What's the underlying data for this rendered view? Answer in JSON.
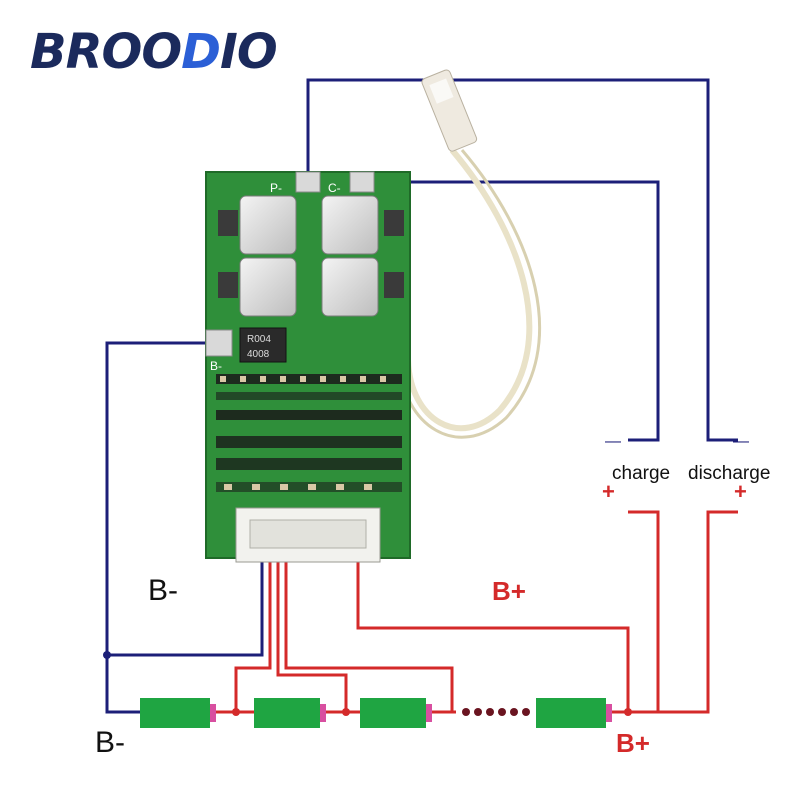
{
  "brand": {
    "part1": "BROO",
    "part2": "D",
    "part3": "IO",
    "dark_color": "#1b2a5c",
    "accent_color": "#2b5fd6"
  },
  "board": {
    "pad_p_label": "P-",
    "pad_c_label": "C-",
    "pad_b_label": "B-",
    "resistor_top": "R004",
    "resistor_bottom": "4008"
  },
  "labels": {
    "b_minus_upper": "B-",
    "b_minus_lower": "B-",
    "b_plus_upper": "B+",
    "b_plus_lower": "B+",
    "charge": "charge",
    "discharge": "discharge",
    "charge_minus": "—",
    "charge_plus": "+",
    "discharge_minus": "—",
    "discharge_plus": "+"
  },
  "colors": {
    "negative_wire": "#1c1f78",
    "positive_wire": "#d42a2a",
    "pcb_green": "#2f8f3a",
    "cell_green": "#1fa542",
    "cell_terminal": "#d84fa0"
  }
}
